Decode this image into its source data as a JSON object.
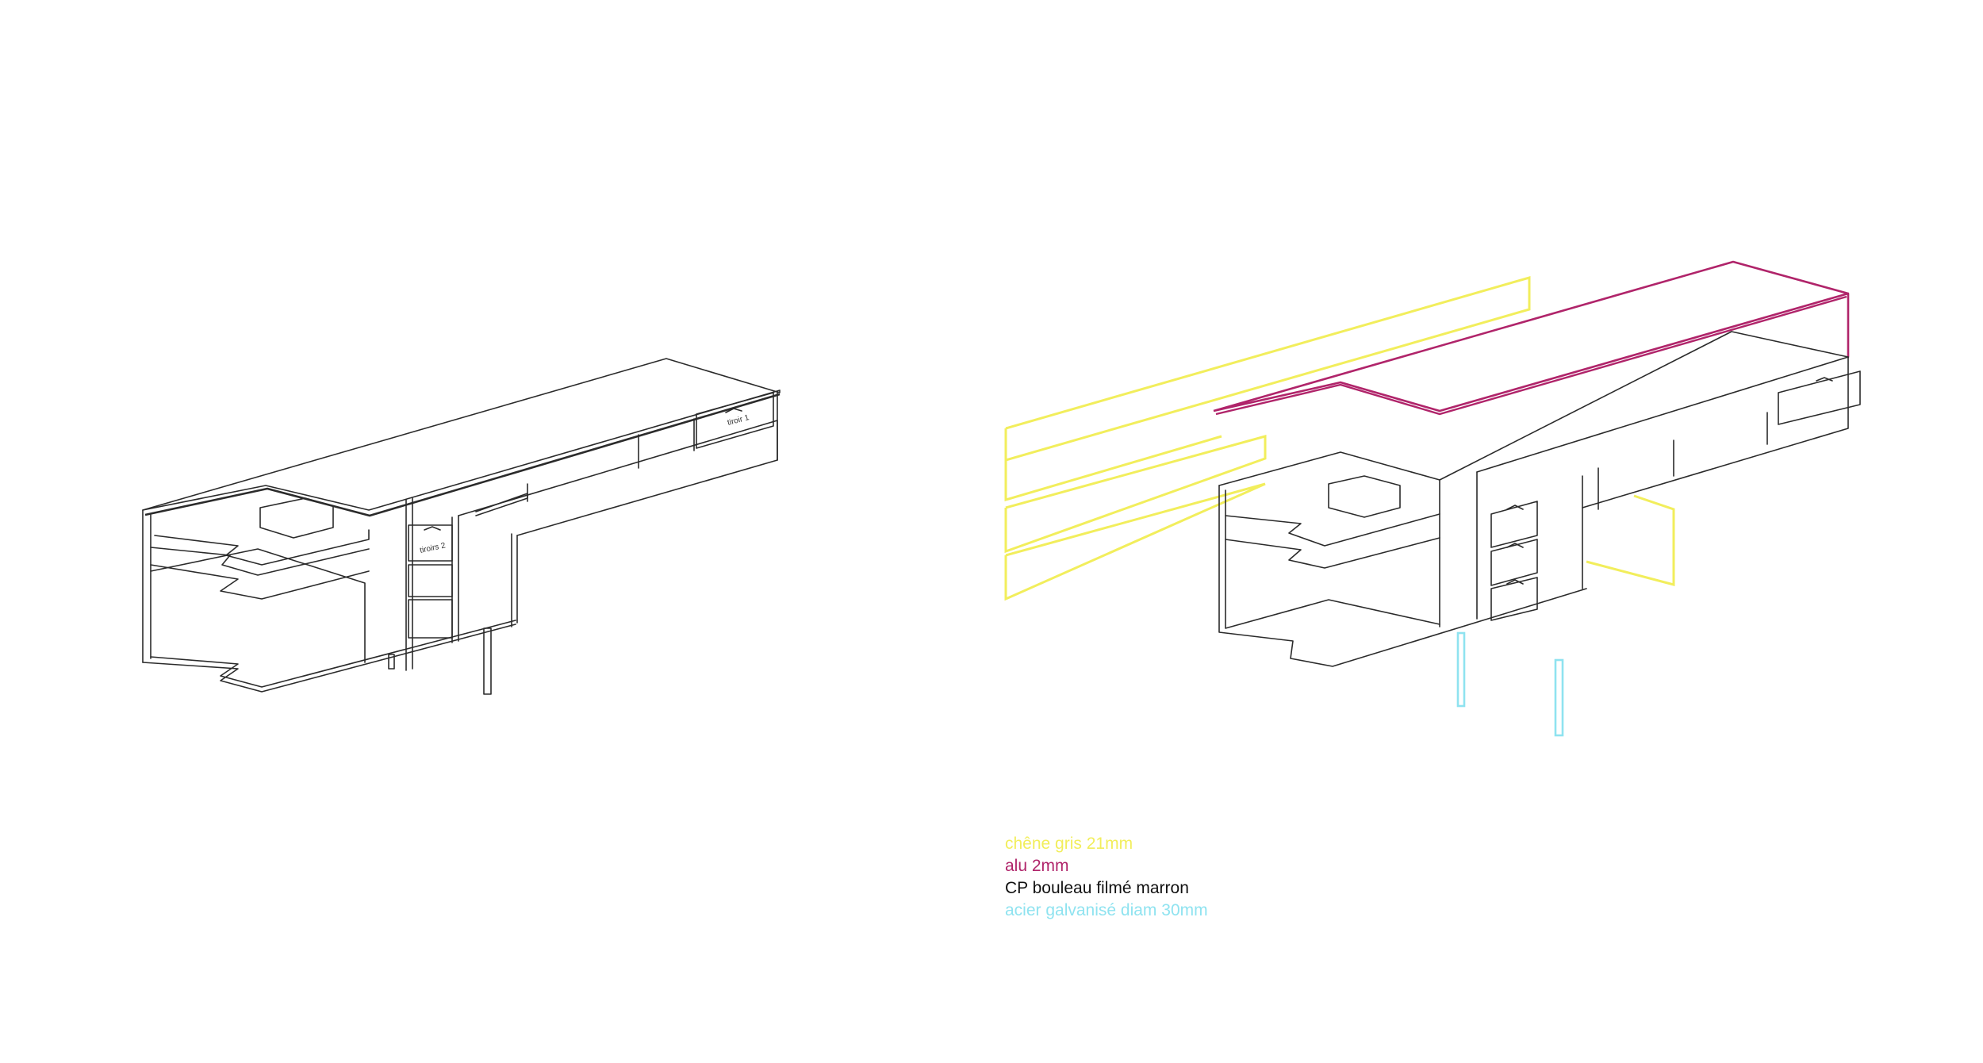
{
  "colors": {
    "line": "#2b2b2b",
    "oak": "#f2ee5c",
    "alu": "#b0246a",
    "plywood": "#111111",
    "steel": "#8fe3f0"
  },
  "drawing_labels": {
    "drawer1": "tiroir 1",
    "drawer2": "tiroirs 2"
  },
  "legend": [
    {
      "text": "chêne gris 21mm",
      "color": "#f2ee5c"
    },
    {
      "text": "alu 2mm",
      "color": "#b0246a"
    },
    {
      "text": "CP bouleau filmé marron",
      "color": "#111111"
    },
    {
      "text": "acier galvanisé diam 30mm",
      "color": "#8fe3f0"
    }
  ]
}
